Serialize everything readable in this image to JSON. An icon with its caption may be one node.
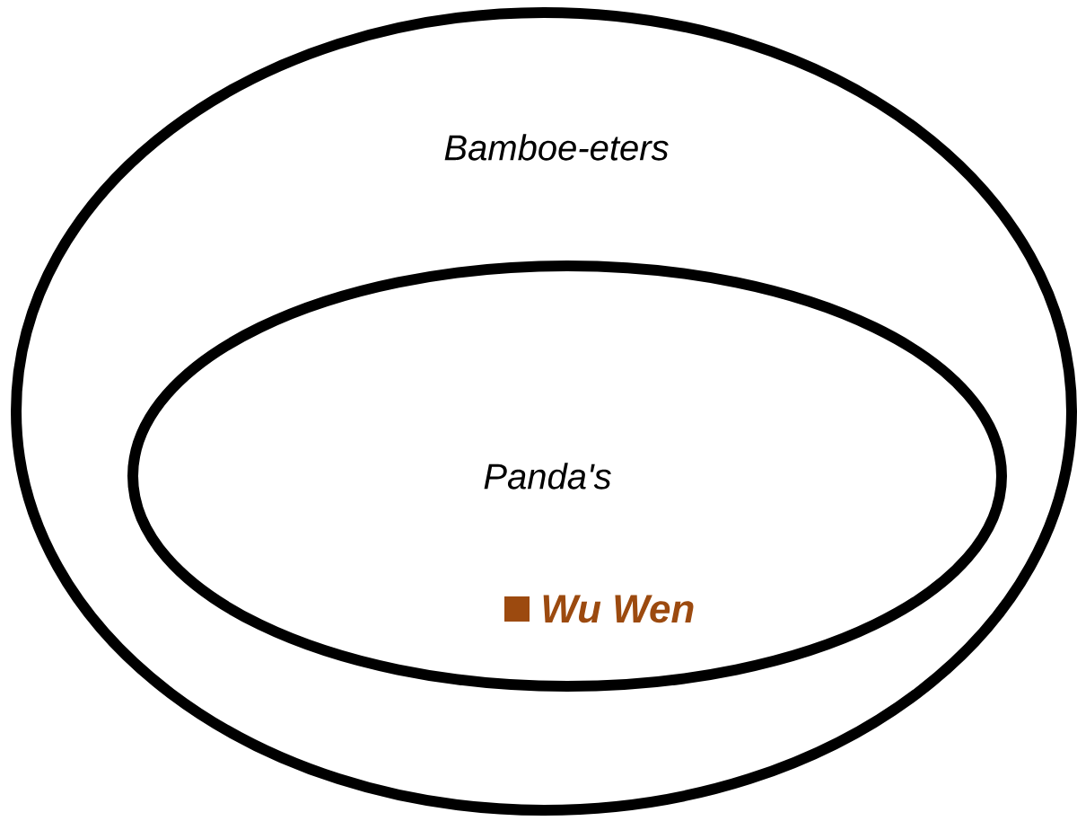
{
  "diagram": {
    "nodes": [
      {
        "text": [
          "Bamboe-eters"
        ]
      },
      {
        "text": [
          "Panda's"
        ],
        "in": 0
      }
    ],
    "labels": [
      "Wu Wen"
    ]
  }
}
